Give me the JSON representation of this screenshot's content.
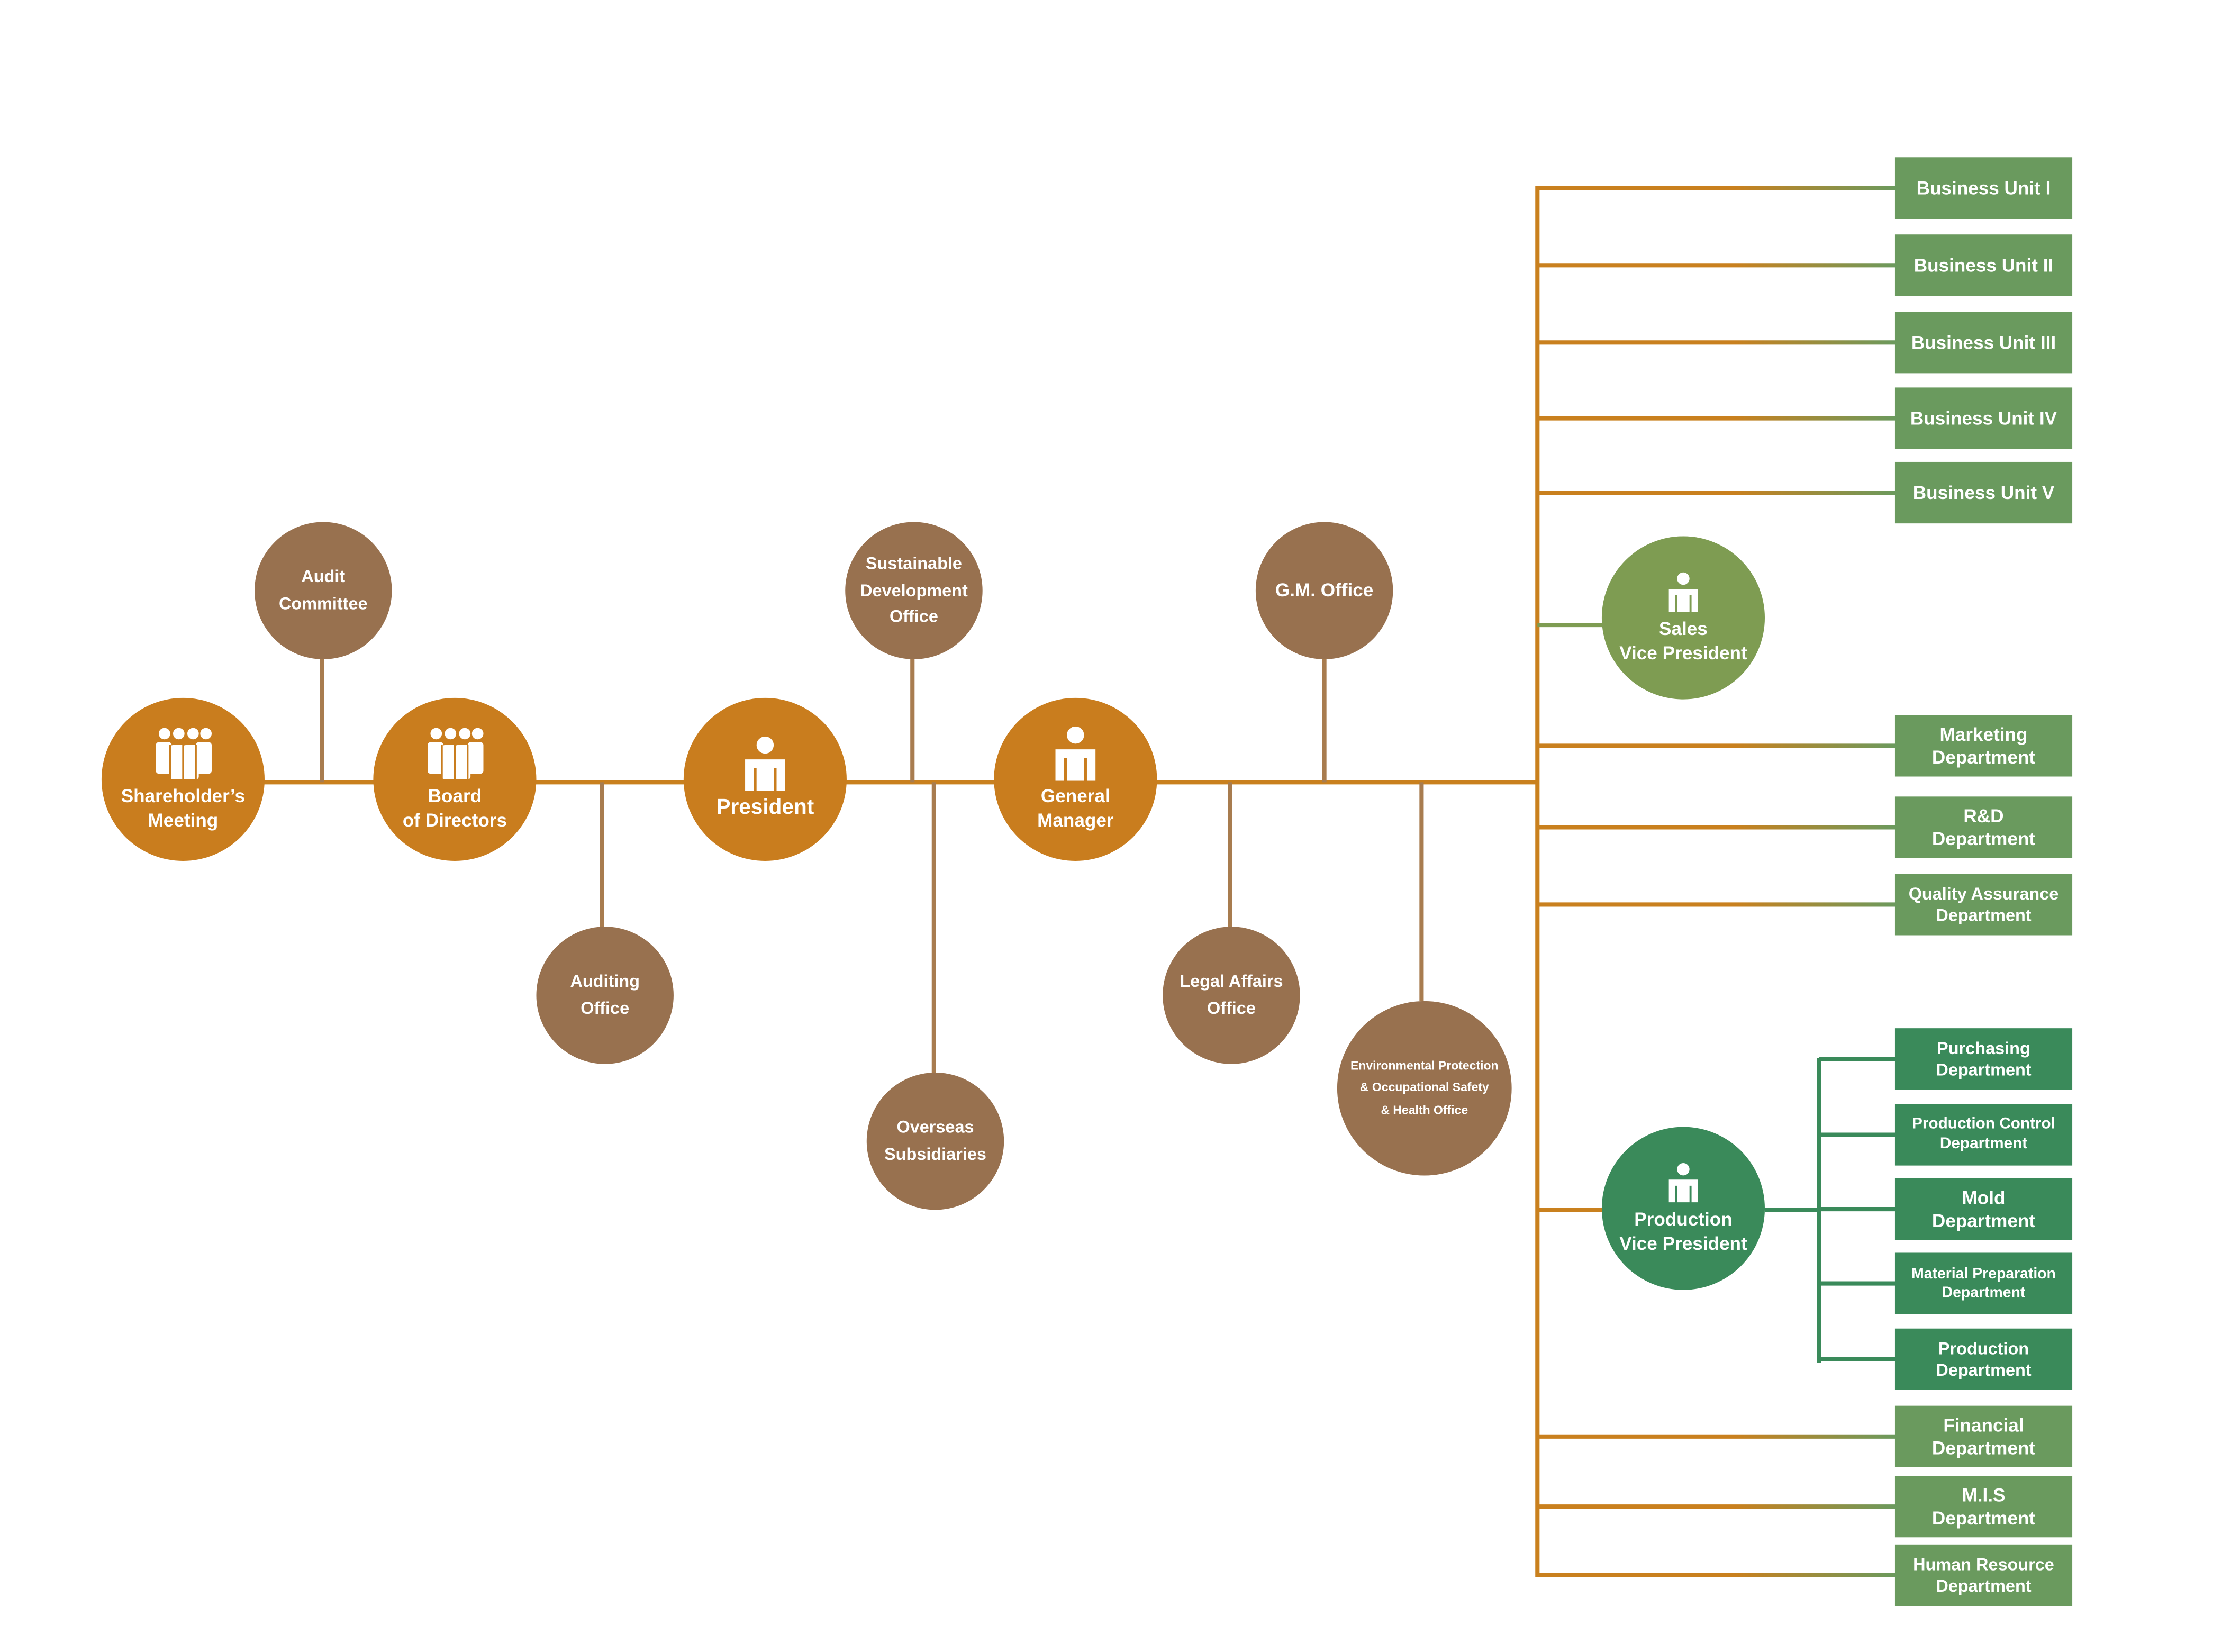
{
  "colors": {
    "orange": "#C97D1E",
    "brown": "#98714F",
    "sales_green": "#7E9C52",
    "prod_green": "#3A8A5A",
    "box_green": "#6A9A5E",
    "box_dark_green": "#3A8A5A",
    "line_orange": "#C9801E",
    "line_brown": "#A87C4F",
    "line_green": "#3A8A5A"
  },
  "main_chain": [
    {
      "id": "shareholders",
      "label": "Shareholder’s\nMeeting",
      "icon": "group-icon"
    },
    {
      "id": "board",
      "label": "Board\nof Directors",
      "icon": "group-icon"
    },
    {
      "id": "president",
      "label": "President",
      "icon": "person-icon"
    },
    {
      "id": "gm",
      "label": "General\nManager",
      "icon": "person-icon"
    }
  ],
  "offices": [
    {
      "id": "audit-committee",
      "label": "Audit\nCommittee"
    },
    {
      "id": "auditing-office",
      "label": "Auditing\nOffice"
    },
    {
      "id": "sustainable-dev",
      "label": "Sustainable\nDevelopment\nOffice"
    },
    {
      "id": "overseas",
      "label": "Overseas\nSubsidiaries"
    },
    {
      "id": "gm-office",
      "label": "G.M. Office"
    },
    {
      "id": "legal",
      "label": "Legal Affairs\nOffice"
    },
    {
      "id": "env",
      "label": "Environmental Protection\n& Occupational Safety\n& Health Office"
    }
  ],
  "vice_presidents": [
    {
      "id": "sales-vp",
      "label": "Sales\nVice President",
      "icon": "person-icon"
    },
    {
      "id": "production-vp",
      "label": "Production\nVice President",
      "icon": "person-icon"
    }
  ],
  "business_units": [
    "Business Unit I",
    "Business Unit II",
    "Business Unit III",
    "Business Unit IV",
    "Business Unit V"
  ],
  "departments": [
    "Marketing\nDepartment",
    "R&D\nDepartment",
    "Quality Assurance\nDepartment"
  ],
  "production_departments": [
    "Purchasing\nDepartment",
    "Production Control\nDepartment",
    "Mold\nDepartment",
    "Material Preparation\nDepartment",
    "Production\nDepartment"
  ],
  "support_departments": [
    "Financial\nDepartment",
    "M.I.S\nDepartment",
    "Human Resource\nDepartment"
  ]
}
